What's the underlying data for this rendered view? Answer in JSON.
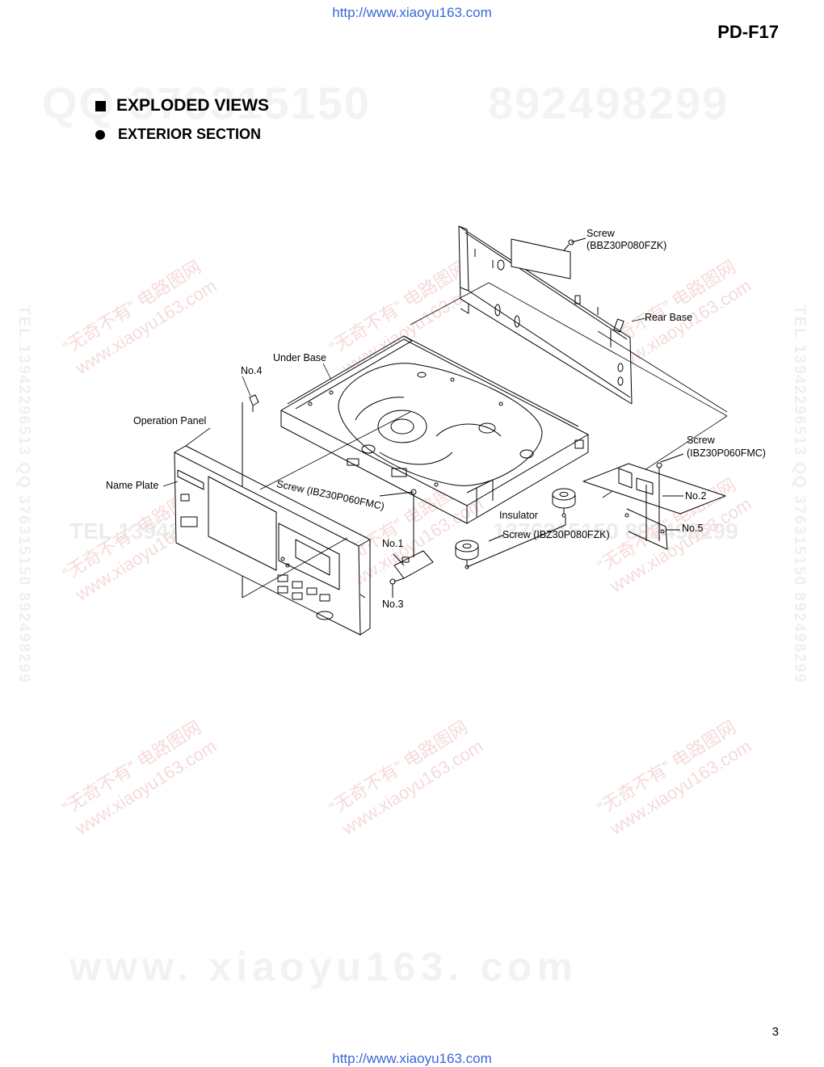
{
  "header": {
    "url_top": "http://www.xiaoyu163.com",
    "model": "PD-F17"
  },
  "titles": {
    "section": "EXPLODED VIEWS",
    "subsection": "EXTERIOR  SECTION"
  },
  "watermarks": {
    "qq_line_left": "QQ 376315150",
    "qq_line_right": "892498299",
    "tel_line": "TEL 13942296513",
    "tel_line_right": "1376315150 892498299",
    "side_vertical": "TEL 13942296513  QQ 376315150  892498299",
    "diag_line1": "“无奇不有” 电路图网",
    "diag_line2": "www.xiaoyu163.com",
    "bottom_big": "www. xiaoyu163. com"
  },
  "labels": {
    "screw_top": "Screw",
    "screw_top_code": "(BBZ30P080FZK)",
    "rear_base": "Rear Base",
    "under_base": "Under Base",
    "no4": "No.4",
    "operation_panel": "Operation Panel",
    "screw_right": "Screw",
    "screw_right_code": "(IBZ30P060FMC)",
    "name_plate": "Name Plate",
    "screw_slanted": "Screw (IBZ30P060FMC)",
    "no2": "No.2",
    "insulator": "Insulator",
    "no5": "No.5",
    "screw_ins": "Screw (IBZ30P080FZK)",
    "no1": "No.1",
    "no3": "No.3"
  },
  "footer": {
    "page_number": "3",
    "url_bottom": "http://www.xiaoyu163.com"
  }
}
